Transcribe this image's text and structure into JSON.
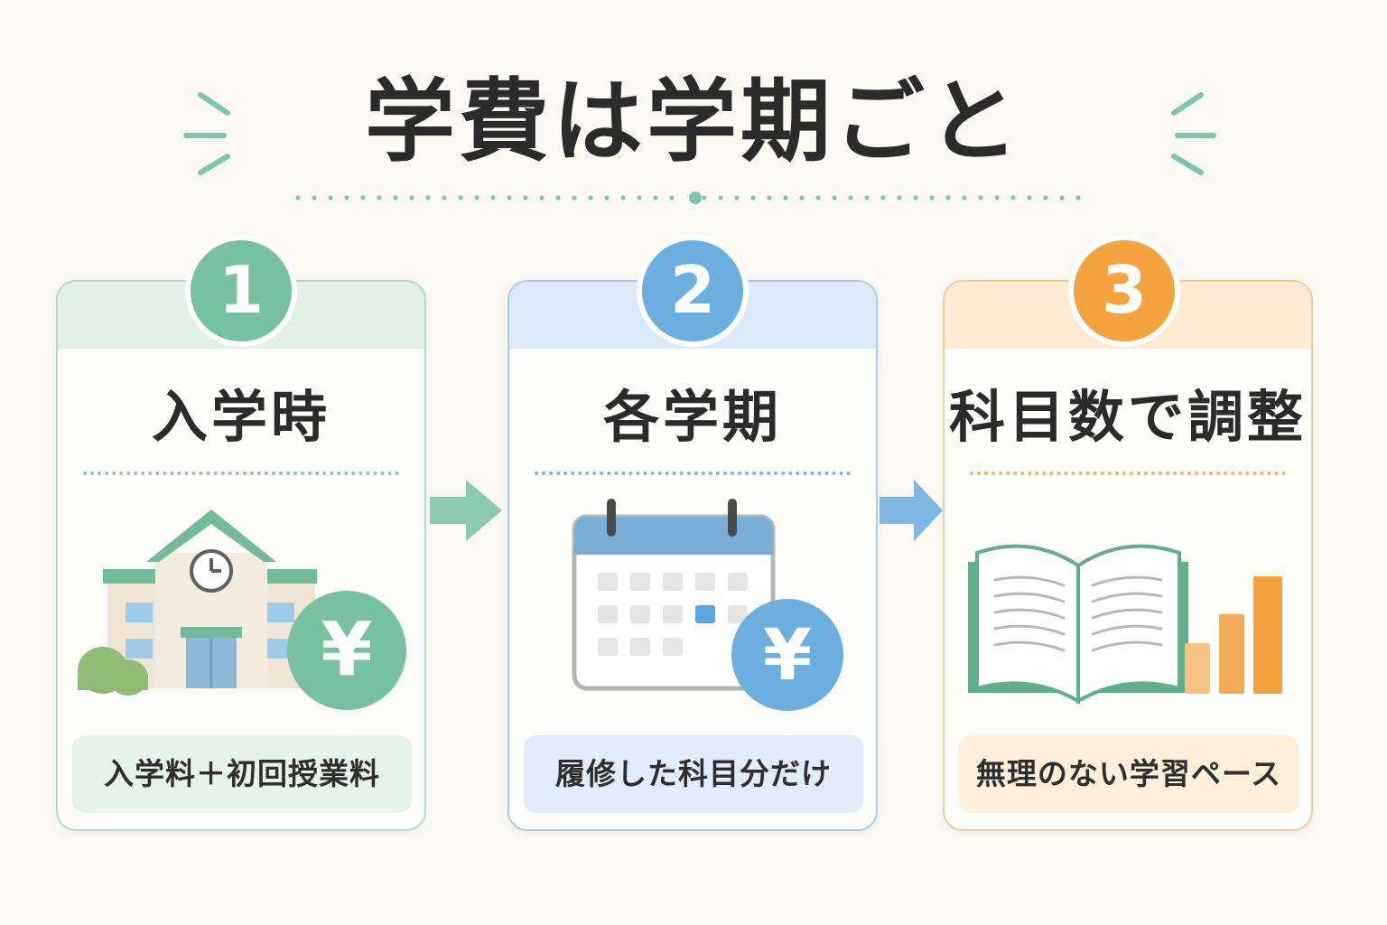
{
  "title": "学費は学期ごと",
  "steps": [
    {
      "number": "1",
      "heading": "入学時",
      "note": "入学料＋初回授業料",
      "accent": "#76c1a0",
      "band": "#e1f1e7",
      "border": "#b5dcc7",
      "note_bg": "#e6f3eb",
      "dot": "#8ccab0",
      "icon": "school-building-icon"
    },
    {
      "number": "2",
      "heading": "各学期",
      "note": "履修した科目分だけ",
      "accent": "#6baee0",
      "band": "#ddebf8",
      "border": "#aacdec",
      "note_bg": "#e0edf9",
      "dot": "#7fb7e2",
      "icon": "calendar-icon"
    },
    {
      "number": "3",
      "heading": "科目数で調整",
      "note": "無理のない学習ペース",
      "accent": "#f4a33f",
      "band": "#fdebd2",
      "border": "#f5cd98",
      "note_bg": "#fdefd9",
      "dot": "#f3b26a",
      "icon": "open-book-icon"
    }
  ],
  "yen_symbol": "¥",
  "colors": {
    "background": "#fbf9f3",
    "title": "#2b2b2b",
    "sparkle": "#7cc6ad"
  }
}
